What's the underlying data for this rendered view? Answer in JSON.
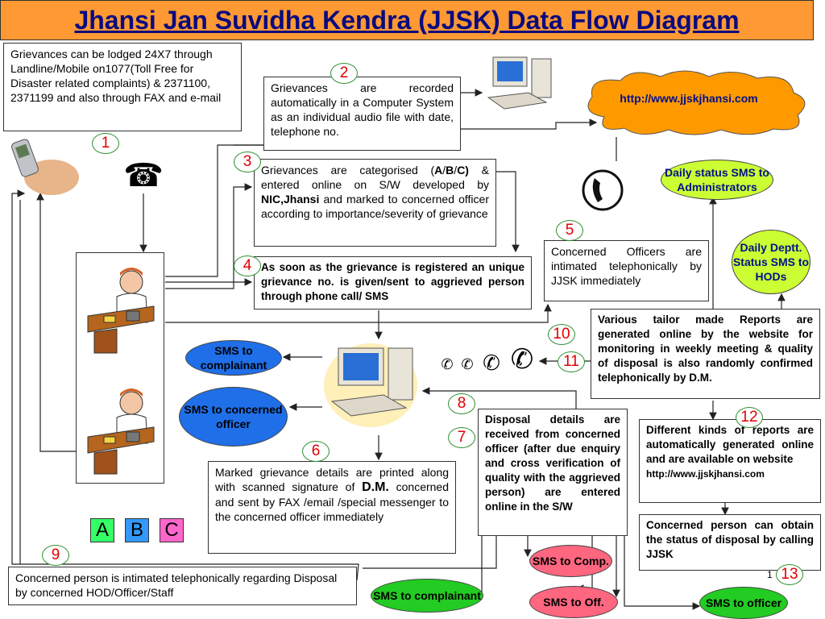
{
  "title": "Jhansi Jan Suvidha Kendra (JJSK) Data Flow Diagram",
  "boxes": {
    "lodge": "Grievances can be lodged 24X7 through Landline/Mobile on1077(Toll Free for Disaster related complaints) & 2371100, 2371199 and also through  FAX and e-mail",
    "recorded": "Grievances are recorded automatically in a Computer System as an individual audio file with date, telephone no.",
    "categorised": {
      "part1": "Grievances are categorised (",
      "a": "A",
      "sep1": "/",
      "b": "B",
      "sep2": "/",
      "c": "C)",
      "part2": " & entered online on S/W developed by ",
      "nic": "NIC,Jhansi",
      "part3": " and marked to concerned officer according to importance/severity of grievance"
    },
    "registered": "As soon as the grievance is registered an unique grievance no. is given/sent  to aggrieved person through phone call/ SMS",
    "officers_intimated": "Concerned Officers are intimated telephonically by JJSK immediately",
    "reports": "Various tailor made Reports are generated online by the website for monitoring in weekly meeting & quality of disposal is also randomly confirmed telephonically  by D.M.",
    "different_reports": "Different kinds of reports are automatically generated online and are available on website",
    "different_reports_url": "http://www.jjskjhansi.com",
    "printed": {
      "part1": "Marked grievance details are printed along with scanned signature of ",
      "dm": "D.M.",
      "part2": " concerned and sent by FAX /email /special messenger to the concerned officer immediately"
    },
    "disposal": "Disposal details are received from concerned officer (after due enquiry and cross verification of quality with the aggrieved person) are entered online in the S/W",
    "status": "Concerned person can obtain the status of disposal by calling JJSK",
    "intimated": "Concerned person is intimated telephonically regarding Disposal by concerned HOD/Officer/Staff"
  },
  "cloud_url": "http://www.jjskjhansi.com",
  "ovals": {
    "daily_sms": "Daily status SMS to Administrators",
    "daily_deptt": "Daily Deptt. Status SMS to HODs",
    "sms_complainant_1": "SMS to complainant",
    "sms_officer_1": "SMS to concerned officer",
    "sms_comp": "SMS to Comp.",
    "sms_off": "SMS to Off.",
    "sms_complainant_2": "SMS to complainant",
    "sms_officer_2": "SMS to officer"
  },
  "numbers": [
    "1",
    "2",
    "3",
    "4",
    "5",
    "6",
    "7",
    "8",
    "9",
    "10",
    "11",
    "12",
    "13"
  ],
  "categories": [
    "A",
    "B",
    "C"
  ],
  "category_colors": [
    "#33ff66",
    "#3399ff",
    "#ff66cc"
  ],
  "page_number": "1",
  "colors": {
    "title_bg": "#ff9933",
    "title_text": "#0a0a80",
    "cloud": "#ff9900",
    "number_text": "#e00000"
  },
  "icons": [
    "mobile-phone-icon",
    "telephone-icon",
    "computer-icon",
    "operator-icon",
    "phone-handset-icon"
  ]
}
